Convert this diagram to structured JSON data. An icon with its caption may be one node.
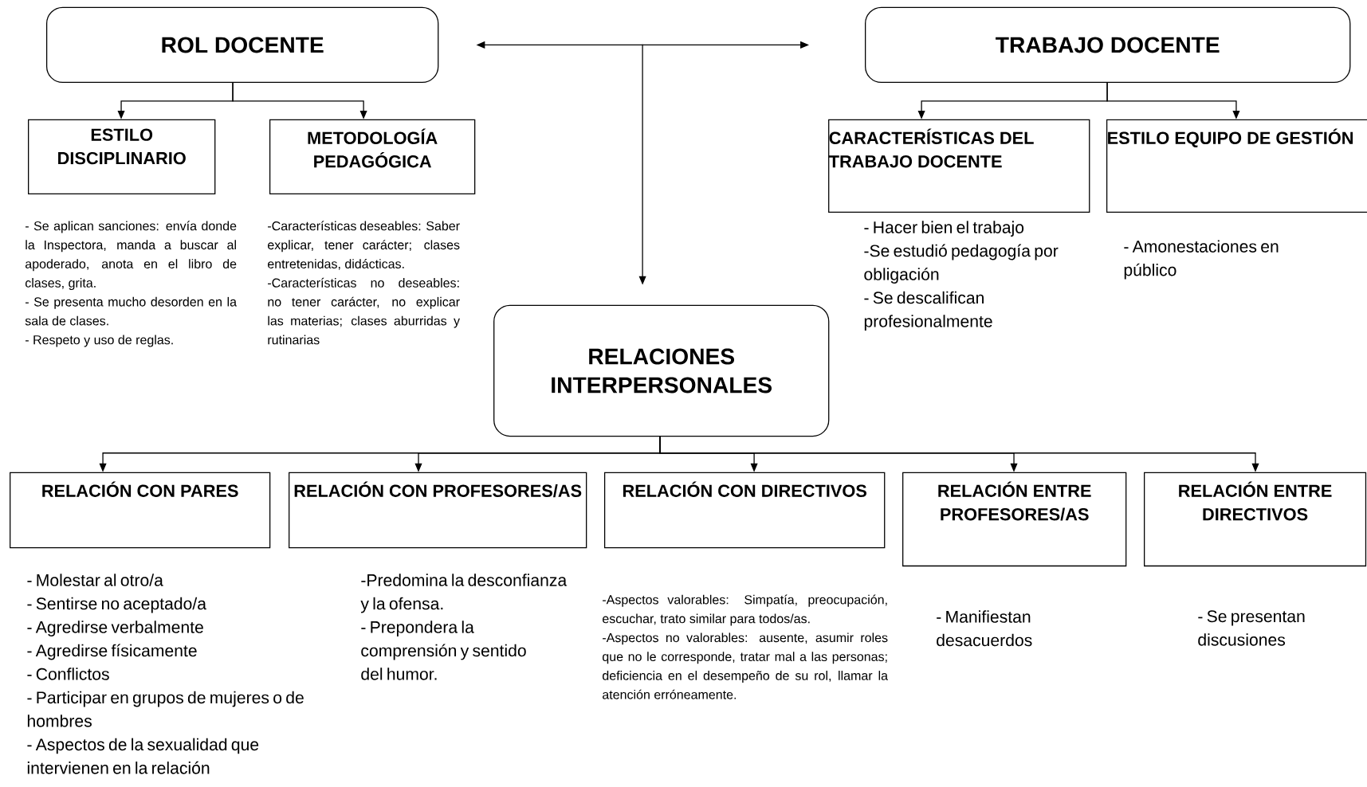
{
  "diagram": {
    "nodes": [
      {
        "text": [
          "ROL DOCENTE"
        ]
      },
      {
        "text": [
          "TRABAJO DOCENTE"
        ]
      },
      {
        "text": [
          "ESTILO DISCIPLINARIO"
        ],
        "beside": [
          "- Se aplican sanciones: envía donde la Inspectora, manda a buscar al apoderado, anota en el libro de clases, grita.",
          "- Se presenta mucho desorden en la sala de clases.",
          "- Respeto y uso de reglas."
        ]
      },
      {
        "text": [
          "METODOLOGÍA PEDAGÓGICA"
        ],
        "beside": [
          "-Características deseables: Saber explicar, tener carácter; clases entretenidas, didácticas.",
          "-Características no deseables: no tener carácter, no explicar las materias; clases aburridas y rutinarias"
        ]
      },
      {
        "text": [
          "CARACTERÍSTICAS DEL TRABAJO DOCENTE"
        ],
        "beside": [
          "- Hacer bien el trabajo",
          "-Se estudió pedagogía por obligación",
          "- Se descalifican profesionalmente"
        ]
      },
      {
        "text": [
          "ESTILO EQUIPO DE GESTIÓN"
        ],
        "beside": [
          "- Amonestaciones en público"
        ]
      },
      {
        "text": [
          "RELACIONES INTERPERSONALES"
        ]
      },
      {
        "text": [
          "RELACIÓN CON PARES"
        ],
        "beside": [
          "- Molestar al otro/a",
          "- Sentirse no aceptado/a",
          "- Agredirse verbalmente",
          "- Agredirse físicamente",
          "- Conflictos",
          "- Participar en grupos de mujeres o de hombres",
          "- Aspectos de la sexualidad que intervienen en la relación"
        ]
      },
      {
        "text": [
          "RELACIÓN CON PROFESORES/AS"
        ],
        "beside": [
          "-Predomina la desconfianza y la ofensa.",
          "- Prepondera la comprensión y sentido del humor."
        ]
      },
      {
        "text": [
          "RELACIÓN CON DIRECTIVOS"
        ],
        "beside": [
          "-Aspectos valorables: Simpatía, preocupación, escuchar, trato similar para todos/as.",
          "-Aspectos no valorables: ausente, asumir roles que no le corresponde, tratar mal a las personas; deficiencia en el desempeño de su rol, llamar la atención erróneamente."
        ]
      },
      {
        "text": [
          "RELACIÓN ENTRE PROFESORES/AS"
        ],
        "beside": [
          "- Manifiestan desacuerdos"
        ]
      },
      {
        "text": [
          "RELACIÓN ENTRE DIRECTIVOS"
        ],
        "beside": [
          "- Se presentan discusiones"
        ]
      }
    ],
    "edges": [
      {
        "from": 0,
        "to": 1,
        "arrow": "both"
      },
      {
        "from": null,
        "to": 6,
        "arrow": "to"
      },
      {
        "from": 0,
        "to": 2,
        "arrow": "to"
      },
      {
        "from": 0,
        "to": 3,
        "arrow": "to"
      },
      {
        "from": 1,
        "to": 4,
        "arrow": "to"
      },
      {
        "from": 1,
        "to": 5,
        "arrow": "to"
      },
      {
        "from": 6,
        "to": 7,
        "arrow": "to"
      },
      {
        "from": 6,
        "to": 8,
        "arrow": "to"
      },
      {
        "from": 6,
        "to": 9,
        "arrow": "to"
      },
      {
        "from": 6,
        "to": 10,
        "arrow": "to"
      },
      {
        "from": 6,
        "to": 11,
        "arrow": "to"
      }
    ]
  }
}
